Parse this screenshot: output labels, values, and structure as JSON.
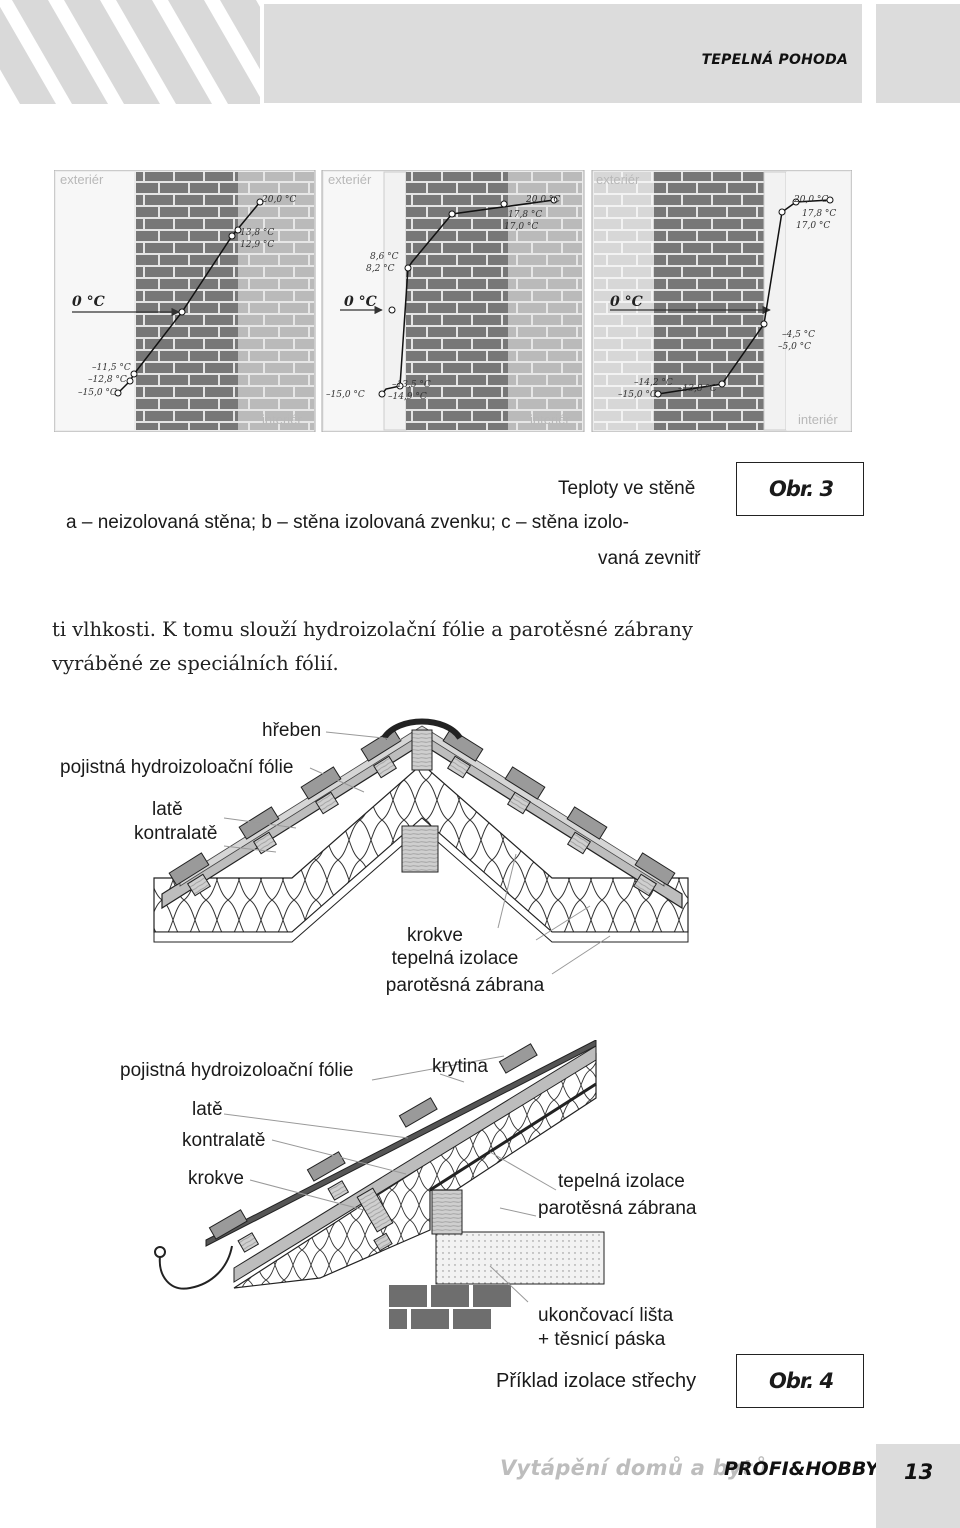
{
  "header": {
    "running_title": "TEPELNÁ POHODA"
  },
  "figure3": {
    "panels": [
      {
        "exterior": "exteriér",
        "interior": "interiér",
        "zero": "0 °C",
        "temps": [
          "20,0 °C",
          "13,8 °C",
          "12,9 °C",
          "–11,5 °C",
          "–12,8 °C",
          "–15,0 °C"
        ]
      },
      {
        "exterior": "exteriér",
        "interior": "interiér",
        "zero": "0 °C",
        "temps": [
          "20,0 °C",
          "17,8 °C",
          "17,0 °C",
          "8,6 °C",
          "8,2 °C",
          "–15,0 °C",
          "–13,5 °C",
          "–14,9 °C"
        ]
      },
      {
        "exterior": "exteriér",
        "interior": "interiér",
        "zero": "0 °C",
        "temps": [
          "20,0 °C",
          "17,8 °C",
          "17,0 °C",
          "–4,5 °C",
          "–5,0 °C",
          "–14,2 °C",
          "–15,0 °C",
          "–13,8 °C"
        ]
      }
    ],
    "caption_title": "Teploty ve stěně",
    "caption_line1": "a – neizolovaná stěna; b – stěna izolovaná zvenku; c – stěna izolo-",
    "caption_line2": "vaná zevnitř",
    "label": "Obr. 3"
  },
  "body_text": {
    "line1": "ti vlhkosti. K tomu slouží hydroizolační fólie a parotěsné zábrany",
    "line2": "vyráběné ze speciálních fólií."
  },
  "figure4": {
    "top": {
      "hreben": "hřeben",
      "pojistna": "pojistná hydroizoloační fólie",
      "late": "latě",
      "kontralate": "kontralatě",
      "krokve": "krokve",
      "tepelna": "tepelná izolace",
      "parotesna": "parotěsná zábrana"
    },
    "bottom": {
      "pojistna": "pojistná hydroizoloační fólie",
      "krytina": "krytina",
      "late": "latě",
      "kontralate": "kontralatě",
      "krokve": "krokve",
      "tepelna": "tepelná izolace",
      "parotesna": "parotěsná zábrana",
      "ukoncovaci1": "ukončovací lišta",
      "ukoncovaci2": "+ těsnicí páska"
    },
    "caption": "Příklad izolace střechy",
    "label": "Obr. 4"
  },
  "footer": {
    "magazine": "Vytápění domů a bytů",
    "brand": "PROFI&HOBBY",
    "page": "13"
  }
}
